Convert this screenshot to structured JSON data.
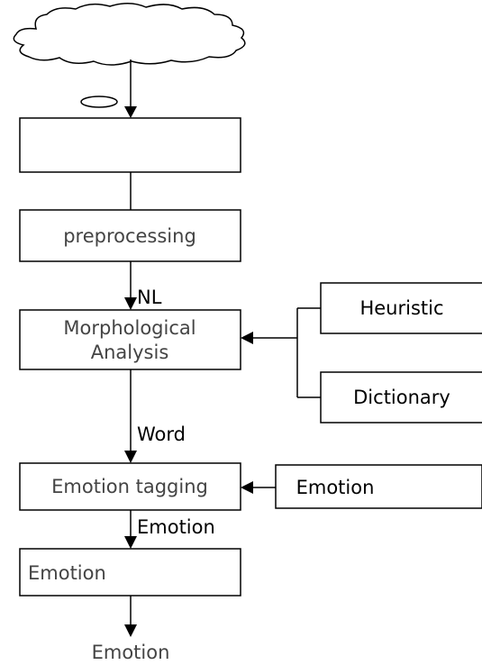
{
  "nodes": {
    "blank_box": "",
    "preprocessing": "preprocessing",
    "morphological_line1": "Morphological",
    "morphological_line2": "Analysis",
    "heuristic": "Heuristic",
    "dictionary": "Dictionary",
    "emotion_tagging": "Emotion tagging",
    "emotion_input": "Emotion",
    "emotion_box": "Emotion",
    "emotion_output": "Emotion"
  },
  "edges": {
    "nl": "NL",
    "word": "Word",
    "emotion": "Emotion"
  }
}
